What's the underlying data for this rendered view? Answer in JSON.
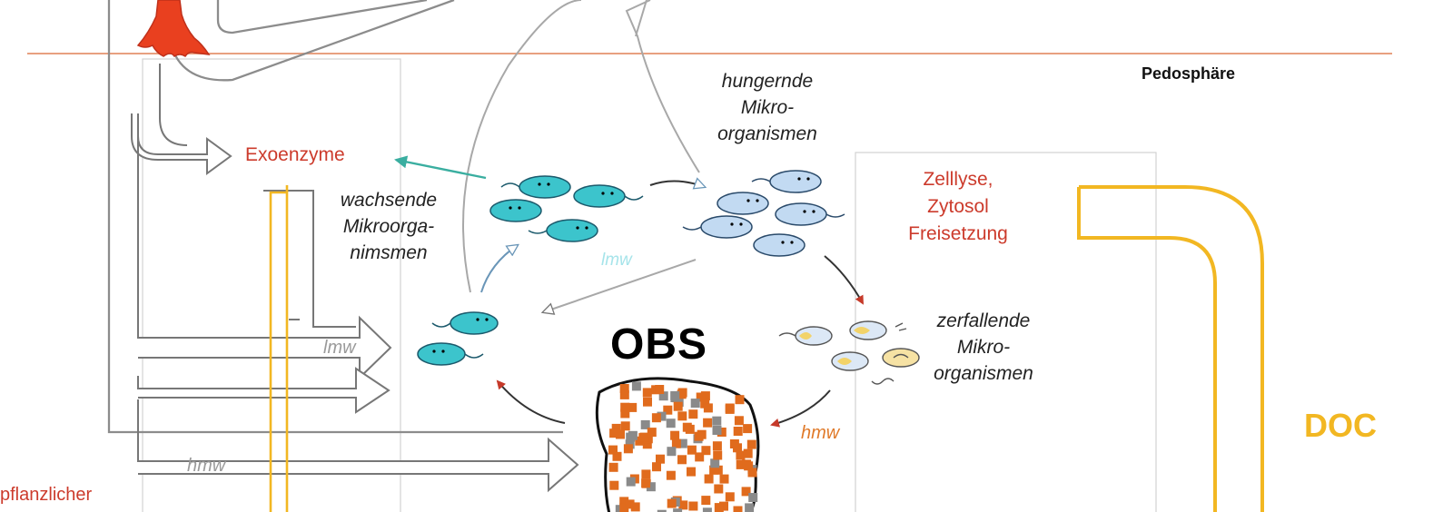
{
  "labels": {
    "pedosphere": "Pedosphäre",
    "exoenzymes": "Exoenzyme",
    "growing": [
      "wachsende",
      "Mikroorga-",
      "nimsmen"
    ],
    "hungry": [
      "hungernde",
      "Mikro-",
      "organismen"
    ],
    "lysis": [
      "Zelllyse,",
      "Zytosol",
      "Freisetzung"
    ],
    "decaying": [
      "zerfallende",
      "Mikro-",
      "organismen"
    ],
    "obs": "OBS",
    "doc": "DOC",
    "lmw_left": "lmw",
    "lmw_center": "lmw",
    "hmw_right": "hmw",
    "hmw_bottom": "hmw",
    "plant_partial": "pflanzlicher"
  },
  "colors": {
    "horizon_line": "#e8a080",
    "flow_gray": "#8c8c8c",
    "doc_yellow": "#f2b722",
    "microbe_cyan": "#3cc4cc",
    "microbe_blue": "#c2daf2",
    "microbe_yellow": "#f2d36a",
    "label_red": "#cc3b2c",
    "teal_arrow": "#3aaea0",
    "obs_orange": "#e06b1d",
    "obs_gray": "#8a8a8a"
  }
}
